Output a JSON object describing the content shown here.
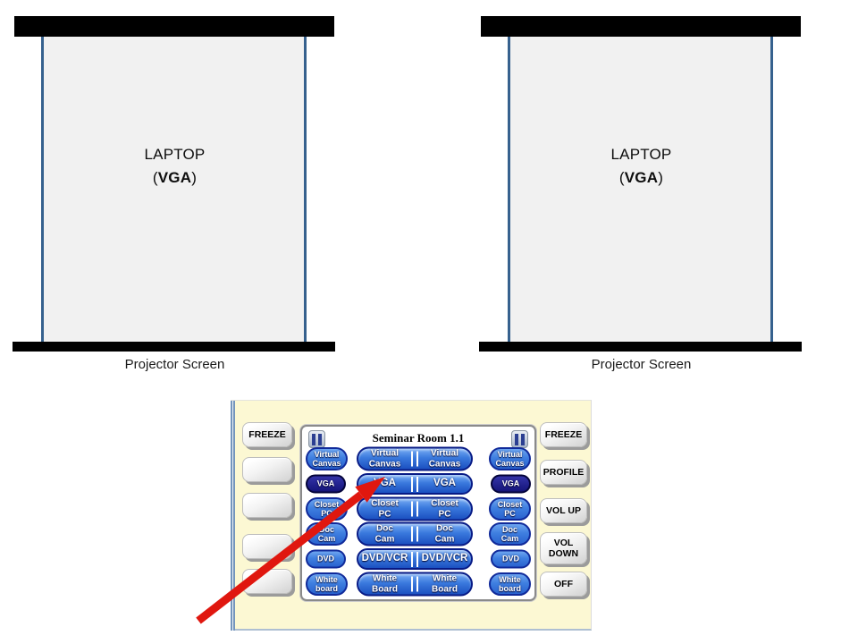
{
  "left_screen": {
    "title": "LAPTOP",
    "source_open": "(",
    "source_name": "VGA",
    "source_close": ")",
    "caption": "Projector Screen"
  },
  "right_screen": {
    "title": "LAPTOP",
    "source_open": "(",
    "source_name": "VGA",
    "source_close": ")",
    "caption": "Projector Screen"
  },
  "control_panel": {
    "room_title": "Seminar Room 1.1",
    "hard_buttons_left": [
      "FREEZE",
      "",
      "",
      "",
      ""
    ],
    "hard_buttons_right": [
      "FREEZE",
      "PROFILE",
      "VOL UP",
      "VOL\nDOWN",
      "OFF"
    ],
    "source_rows": [
      {
        "left": "Virtual\nCanvas",
        "center_a": "Virtual\nCanvas",
        "center_b": "Virtual\nCanvas",
        "right": "Virtual\nCanvas"
      },
      {
        "left": "VGA",
        "center_a": "VGA",
        "center_b": "VGA",
        "right": "VGA"
      },
      {
        "left": "Closet\nPC",
        "center_a": "Closet\nPC",
        "center_b": "Closet\nPC",
        "right": "Closet\nPC"
      },
      {
        "left": "Doc\nCam",
        "center_a": "Doc\nCam",
        "center_b": "Doc\nCam",
        "right": "Doc\nCam"
      },
      {
        "left": "DVD",
        "center_a": "DVD/VCR",
        "center_b": "DVD/VCR",
        "right": "DVD"
      },
      {
        "left": "White\nboard",
        "center_a": "White\nBoard",
        "center_b": "White\nBoard",
        "right": "White\nboard"
      }
    ],
    "icons": {
      "pause_left": "pause-icon",
      "pause_right": "pause-icon"
    },
    "colors": {
      "panel_background": "#fcf8d3",
      "pill_blue": "#3f7fe0",
      "pill_navy": "#15157e",
      "hard_button_gray": "#e4e4e4",
      "arrow_red": "#e0170f",
      "screen_line_blue": "#36618e"
    }
  }
}
